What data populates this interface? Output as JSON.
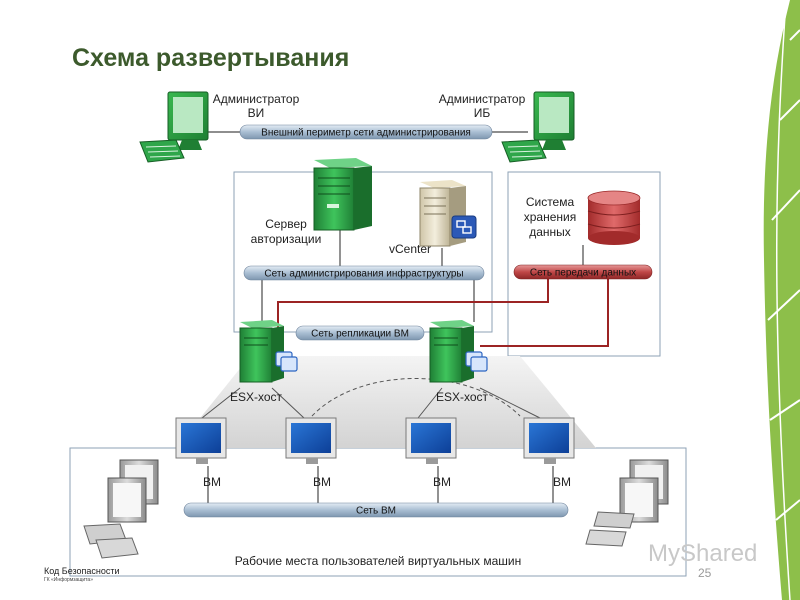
{
  "slide": {
    "title": "Схема развертывания",
    "page_number": "25"
  },
  "labels": {
    "admin_vi_1": "Администратор",
    "admin_vi_2": "ВИ",
    "admin_ib_1": "Администратор",
    "admin_ib_2": "ИБ",
    "ext_perimeter": "Внешний периметр сети администрирования",
    "auth_server_1": "Сервер",
    "auth_server_2": "авторизации",
    "vcenter": "vCenter",
    "storage_1": "Система",
    "storage_2": "хранения",
    "storage_3": "данных",
    "infra_net": "Сеть администрирования инфраструктуры",
    "data_net": "Сеть передачи данных",
    "replication_net": "Сеть репликации ВМ",
    "esx_left": "ESX-хост",
    "esx_right": "ESX-хост",
    "vm1": "ВМ",
    "vm2": "ВМ",
    "vm3": "ВМ",
    "vm4": "ВМ",
    "vm_net": "Сеть ВМ",
    "workplaces": "Рабочие места пользователей виртуальных машин"
  },
  "footer": {
    "brand": "Код Безопасности",
    "brand_sub": "ГК «Информзащита»",
    "watermark": "MyShared"
  },
  "colors": {
    "title": "#3c5a2c",
    "server_green": "#2fa64a",
    "network_bar": "#b9c9da",
    "data_bar": "#b93a3a",
    "storage_red": "#c23b3b",
    "accent_leaf": "#8dbf4a"
  },
  "icons": [
    "computer-monitor-icon",
    "keyboard-icon",
    "server-tower-icon",
    "database-icon",
    "vm-stack-icon",
    "vm-monitor-icon"
  ]
}
